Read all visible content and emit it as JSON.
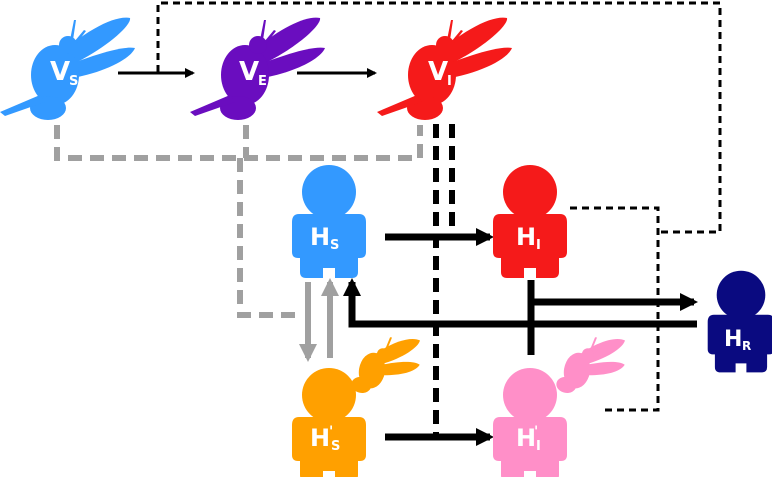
{
  "colors": {
    "vs": "#3399ff",
    "ve": "#6a0dbf",
    "vi": "#f51a1a",
    "hs": "#3399ff",
    "hi": "#f51a1a",
    "hr": "#0a0a80",
    "hs_prime": "#ffa000",
    "hi_prime": "#ff8fc8",
    "arrow": "#000000",
    "dashed_gray": "#a0a0a0"
  },
  "nodes": {
    "vs": {
      "main": "V",
      "sub": "S",
      "icon": "mosquito-icon"
    },
    "ve": {
      "main": "V",
      "sub": "E",
      "icon": "mosquito-icon"
    },
    "vi": {
      "main": "V",
      "sub": "I",
      "icon": "mosquito-icon"
    },
    "hs": {
      "main": "H",
      "sub": "S",
      "icon": "person-icon"
    },
    "hi": {
      "main": "H",
      "sub": "I",
      "icon": "person-icon"
    },
    "hr": {
      "main": "H",
      "sub": "R",
      "icon": "person-icon"
    },
    "hs_prime": {
      "main": "H",
      "sub": "S",
      "prime": "'",
      "icon": "person-with-mosquito-icon"
    },
    "hi_prime": {
      "main": "H",
      "sub": "I",
      "prime": "'",
      "icon": "person-with-mosquito-icon"
    }
  }
}
